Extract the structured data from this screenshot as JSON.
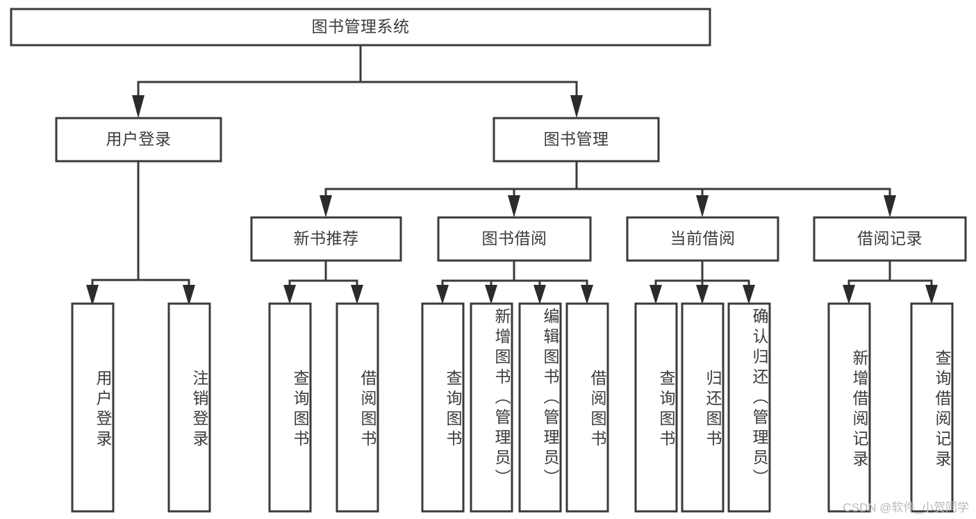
{
  "diagram": {
    "type": "tree-hierarchy-flowchart",
    "title": "图书管理系统",
    "watermark": "CSDN @软件_小贺同学",
    "colors": {
      "box_stroke": "#3a3a3a",
      "box_fill": "#ffffff",
      "connector": "#3a3a3a",
      "text": "#3b3b3b",
      "watermark": "#b9b9b9",
      "background": "#ffffff"
    },
    "levels": {
      "root": {
        "label": "图书管理系统"
      },
      "level2": [
        {
          "label": "用户登录"
        },
        {
          "label": "图书管理"
        }
      ],
      "level3": [
        {
          "label": "新书推荐"
        },
        {
          "label": "图书借阅"
        },
        {
          "label": "当前借阅"
        },
        {
          "label": "借阅记录"
        }
      ],
      "leaves": {
        "user_login": [
          {
            "label": "用户登录"
          },
          {
            "label": "注销登录"
          }
        ],
        "new_book_recommend": [
          {
            "label": "查询图书"
          },
          {
            "label": "借阅图书"
          }
        ],
        "book_borrow": [
          {
            "label": "查询图书"
          },
          {
            "label": "新增图书（管理员）"
          },
          {
            "label": "编辑图书（管理员）"
          },
          {
            "label": "借阅图书"
          }
        ],
        "current_borrow": [
          {
            "label": "查询图书"
          },
          {
            "label": "归还图书"
          },
          {
            "label": "确认归还（管理员）"
          }
        ],
        "borrow_record": [
          {
            "label": "新增借阅记录"
          },
          {
            "label": "查询借阅记录"
          }
        ]
      }
    }
  }
}
